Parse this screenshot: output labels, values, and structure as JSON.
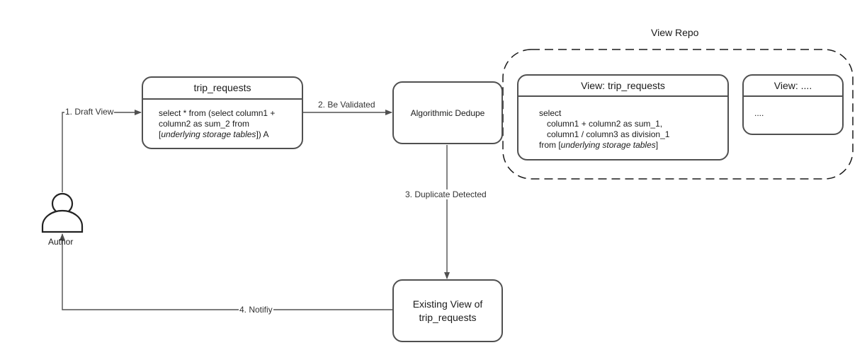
{
  "repo": {
    "title": "View Repo"
  },
  "draft": {
    "title": "trip_requests",
    "line1": "select * from (select column1 +",
    "line2": "column2 as sum_2 from",
    "line3_open": "[",
    "line3_italic": "underlying storage tables",
    "line3_close": "]) A"
  },
  "dedupe": {
    "label": "Algorithmic Dedupe"
  },
  "existing": {
    "line1": "Existing View of",
    "line2": "trip_requests"
  },
  "repo_view": {
    "title": "View: trip_requests",
    "line1": "select",
    "line2": "column1 + column2 as sum_1,",
    "line3": "column1 / column3 as division_1",
    "line4_open": "from [",
    "line4_italic": "underlying storage tables",
    "line4_close": "]"
  },
  "repo_other": {
    "title": "View: ....",
    "body": "...."
  },
  "actor": {
    "label": "Author"
  },
  "edges": {
    "draft_view": "1. Draft View",
    "validated": "2. Be Validated",
    "duplicate": "3. Duplicate Detected",
    "notify": "4. Notifiy"
  },
  "colors": {
    "line": "#505050",
    "text": "#1a1a1a",
    "border": "#505050"
  }
}
